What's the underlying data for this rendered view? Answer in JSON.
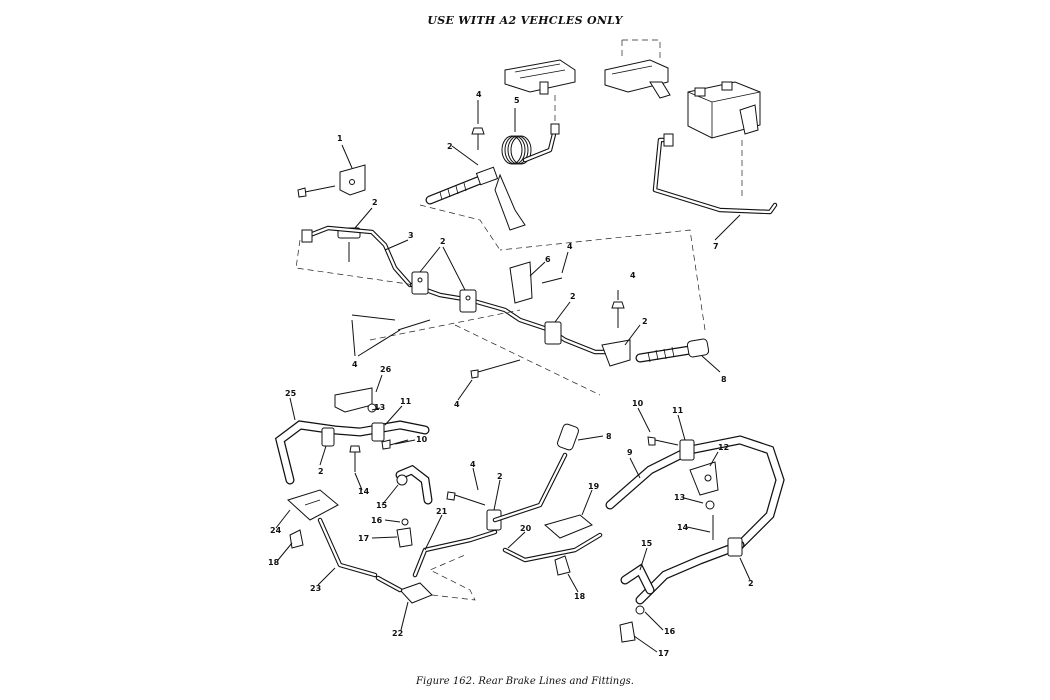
{
  "header": {
    "title": "USE WITH A2 VEHCLES ONLY"
  },
  "footer": {
    "caption": "Figure 162. Rear Brake Lines and Fittings."
  },
  "callouts": [
    {
      "id": "c1",
      "text": "1"
    },
    {
      "id": "c2a",
      "text": "2"
    },
    {
      "id": "c2b",
      "text": "2"
    },
    {
      "id": "c2c",
      "text": "2"
    },
    {
      "id": "c2d",
      "text": "2"
    },
    {
      "id": "c2e",
      "text": "2"
    },
    {
      "id": "c2f",
      "text": "2"
    },
    {
      "id": "c2g",
      "text": "2"
    },
    {
      "id": "c2h",
      "text": "2"
    },
    {
      "id": "c3",
      "text": "3"
    },
    {
      "id": "c4a",
      "text": "4"
    },
    {
      "id": "c4b",
      "text": "4"
    },
    {
      "id": "c4c",
      "text": "4"
    },
    {
      "id": "c4d",
      "text": "4"
    },
    {
      "id": "c4e",
      "text": "4"
    },
    {
      "id": "c4f",
      "text": "4"
    },
    {
      "id": "c5",
      "text": "5"
    },
    {
      "id": "c6",
      "text": "6"
    },
    {
      "id": "c7",
      "text": "7"
    },
    {
      "id": "c8a",
      "text": "8"
    },
    {
      "id": "c8b",
      "text": "8"
    },
    {
      "id": "c9",
      "text": "9"
    },
    {
      "id": "c10a",
      "text": "10"
    },
    {
      "id": "c10b",
      "text": "10"
    },
    {
      "id": "c11a",
      "text": "11"
    },
    {
      "id": "c11b",
      "text": "11"
    },
    {
      "id": "c12",
      "text": "12"
    },
    {
      "id": "c13a",
      "text": "13"
    },
    {
      "id": "c13b",
      "text": "13"
    },
    {
      "id": "c14a",
      "text": "14"
    },
    {
      "id": "c14b",
      "text": "14"
    },
    {
      "id": "c15a",
      "text": "15"
    },
    {
      "id": "c15b",
      "text": "15"
    },
    {
      "id": "c16a",
      "text": "16"
    },
    {
      "id": "c16b",
      "text": "16"
    },
    {
      "id": "c17a",
      "text": "17"
    },
    {
      "id": "c17b",
      "text": "17"
    },
    {
      "id": "c18a",
      "text": "18"
    },
    {
      "id": "c18b",
      "text": "18"
    },
    {
      "id": "c19",
      "text": "19"
    },
    {
      "id": "c20",
      "text": "20"
    },
    {
      "id": "c21",
      "text": "21"
    },
    {
      "id": "c22",
      "text": "22"
    },
    {
      "id": "c23",
      "text": "23"
    },
    {
      "id": "c24",
      "text": "24"
    },
    {
      "id": "c25",
      "text": "25"
    },
    {
      "id": "c26",
      "text": "26"
    }
  ]
}
